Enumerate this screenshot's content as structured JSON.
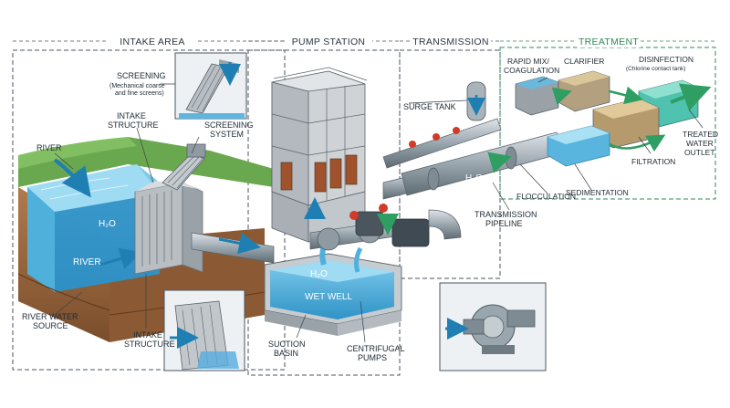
{
  "sections": {
    "intake": "INTAKE AREA",
    "pump": "PUMP STATION",
    "transmission": "TRANSMISSION",
    "treatment": "TREATMENT"
  },
  "labels": {
    "screening_title": "SCREENING",
    "screening_sub1": "(Mechanical coarse",
    "screening_sub2": "and fine screens)",
    "intake_structure_top_1": "INTAKE",
    "intake_structure_top_2": "STRUCTURE",
    "screening_system_1": "SCREENING",
    "screening_system_2": "SYSTEM",
    "river_left": "RIVER",
    "river_body": "RIVER",
    "h2o_river": "H₂O",
    "h2o_well": "H₂O",
    "h2o_pipe": "H₂O",
    "wet_well": "WET WELL",
    "river_source_1": "RIVER WATER",
    "river_source_2": "SOURCE",
    "intake_structure_bottom_1": "INTAKE",
    "intake_structure_bottom_2": "STRUCTURE",
    "suction_basin_1": "SUCTION",
    "suction_basin_2": "BASIN",
    "centrifugal_1": "CENTRIFUGAL",
    "centrifugal_2": "PUMPS",
    "surge_tank": "SURGE TANK",
    "transmission_pipeline_1": "TRANSMISSION",
    "transmission_pipeline_2": "PIPELINE",
    "rapid_mix_1": "RAPID MIX/",
    "rapid_mix_2": "COAGULATION",
    "clarifier": "CLARIFIER",
    "disinfection_1": "DISINFECTION",
    "disinfection_2": "(Chlorine contact tank)",
    "treated_1": "TREATED",
    "treated_2": "WATER",
    "treated_3": "OUTLET",
    "filtration": "FILTRATION",
    "flocculation": "FLOCCULATION",
    "sedimentation": "SEDIMENTATION"
  },
  "colors": {
    "water": "#3aa6d6",
    "water_dark": "#1f7fb3",
    "water_light": "#8fd2ee",
    "soil": "#9a6a43",
    "grass": "#6aa84f",
    "concrete": "#c9ccce",
    "steel": "#8f9aa3",
    "rust": "#a0522d",
    "treatment_green": "#2e8b57",
    "dash": "#4a5560"
  }
}
